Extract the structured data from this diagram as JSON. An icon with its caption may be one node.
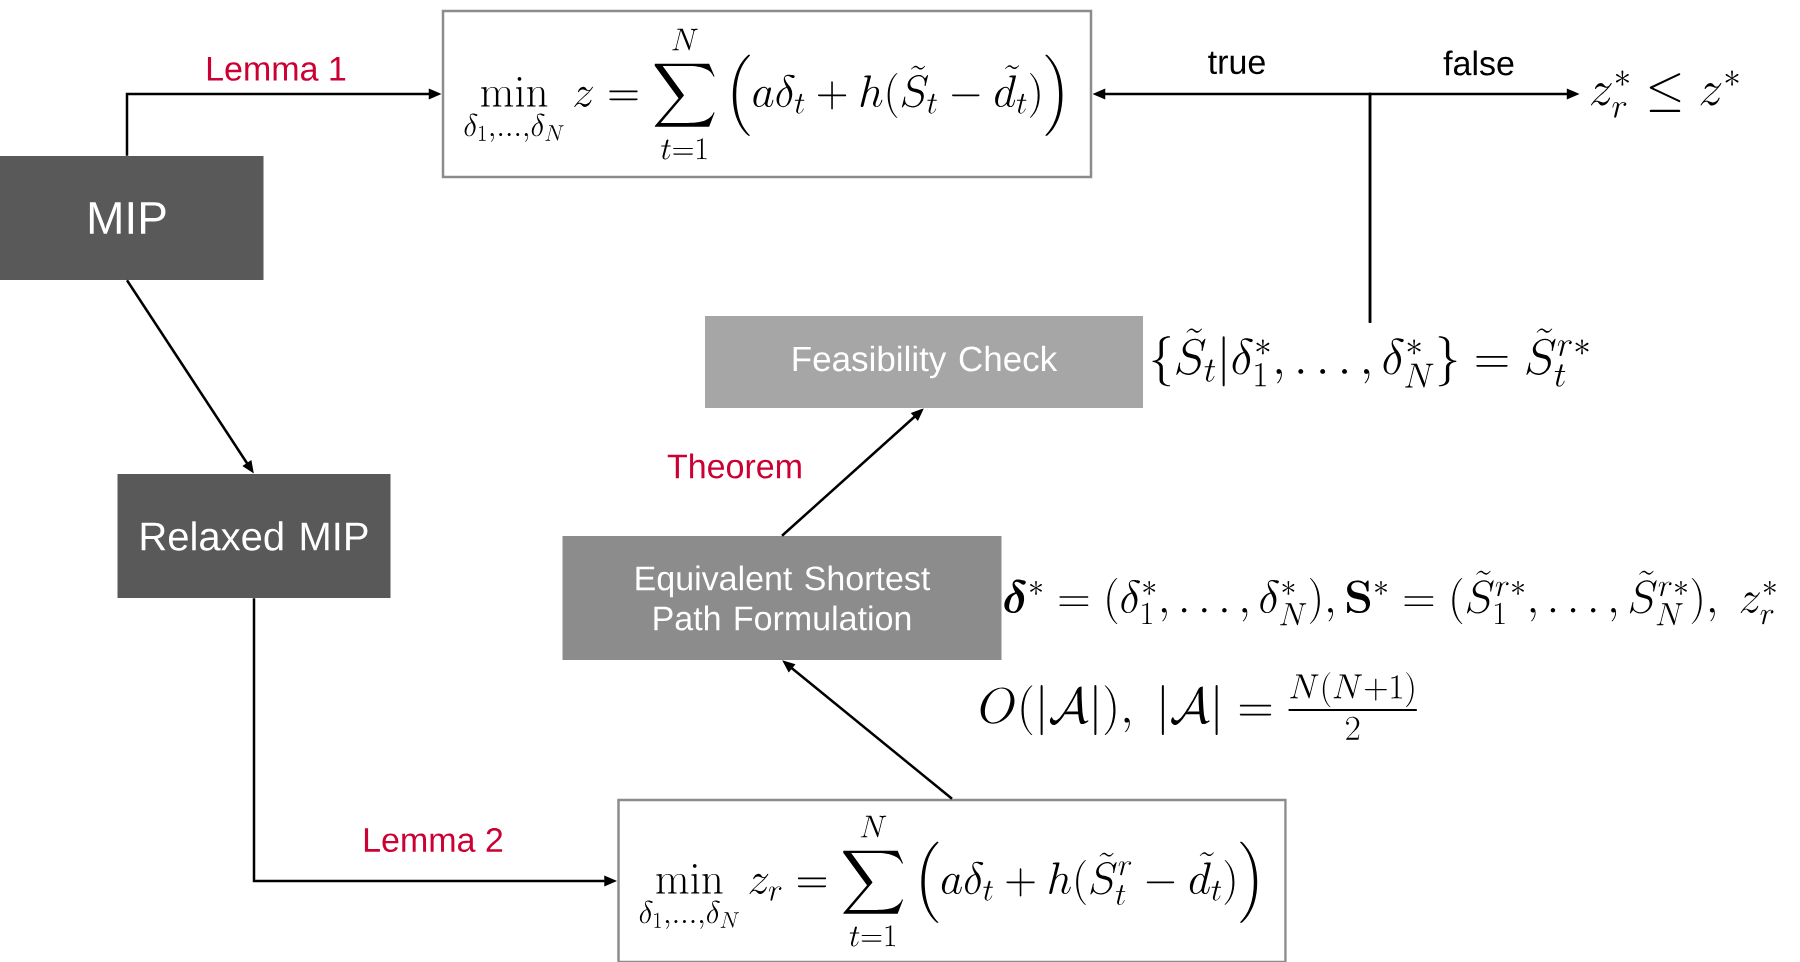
{
  "diagram": {
    "nodes": [
      {
        "text": [
          "MIP"
        ]
      },
      {
        "text": [
          "\\min_{\\delta_1,\\dots,\\delta_N} z = \\sum_{t=1}^{N} \\left(a\\delta_t + h(\\tilde{S}_t - \\tilde{d}_t)\\right)"
        ]
      },
      {
        "text": [
          "Relaxed MIP"
        ]
      },
      {
        "text": [
          "\\min_{\\delta_1,\\dots,\\delta_N} z_r = \\sum_{t=1}^{N} \\left(a\\delta_t + h(\\tilde{S}_t^r - \\tilde{d}_t)\\right)"
        ]
      },
      {
        "text": [
          "Equivalent Shortest Path Formulation"
        ]
      },
      {
        "text": [
          "Feasibility Check"
        ]
      },
      {
        "text": [
          "z_r^* \\leq z^*"
        ]
      },
      {
        "text": [
          "\\{\\tilde{S}_t | \\delta_1^*,\\dots,\\delta_N^*\\} = \\tilde{S}_t^{r*}"
        ]
      }
    ],
    "edges": [
      {
        "from": 0,
        "to": 1,
        "arrow": "to",
        "label": "Lemma 1"
      },
      {
        "from": 0,
        "to": 2,
        "arrow": "to"
      },
      {
        "from": 2,
        "to": 3,
        "arrow": "to",
        "label": "Lemma 2"
      },
      {
        "from": 3,
        "to": 4,
        "arrow": "to"
      },
      {
        "from": 4,
        "to": 5,
        "arrow": "to",
        "label": "Theorem"
      },
      {
        "from": 7,
        "to": 1,
        "arrow": "to",
        "label": "true"
      },
      {
        "from": 7,
        "to": 6,
        "arrow": "to",
        "label": "false"
      }
    ],
    "labels": [
      "\\boldsymbol{\\delta}^* = (\\delta_1^*,\\dots,\\delta_N^*), \\mathbf{S}^* = (\\tilde{S}_1^{r*},\\dots,\\tilde{S}_N^{r*}),\\ z_r^*",
      "O(|\\mathcal{A}|),\\ |\\mathcal{A}| = \\frac{N(N+1)}{2}"
    ]
  }
}
